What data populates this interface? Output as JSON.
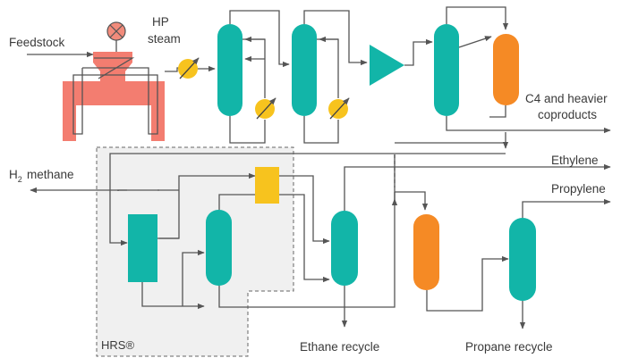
{
  "labels": {
    "feedstock": "Feedstock",
    "hp": "HP",
    "steam": "steam",
    "c4_line1": "C4 and heavier",
    "c4_line2": "coproducts",
    "h2_sub": "2",
    "h2_methane": "methane",
    "ethylene": "Ethylene",
    "propylene": "Propylene",
    "hrs": "HRS®",
    "ethane_recycle": "Ethane recycle",
    "propane_recycle": "Propane recycle"
  },
  "colors": {
    "furnace": "#f37d70",
    "column": "#12b5a8",
    "drum": "#f58a25",
    "exchanger": "#f7c31e",
    "hp_valve": "#f28b7b",
    "hrs_box": "#f0f0f0",
    "line": "#555555"
  }
}
